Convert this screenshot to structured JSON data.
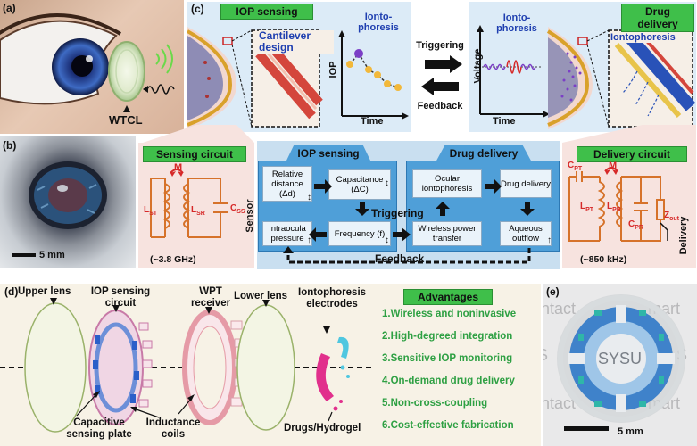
{
  "panels": {
    "a": {
      "label": "(a)",
      "device": "WTCL"
    },
    "b": {
      "label": "(b)",
      "scale": "5 mm"
    },
    "c": {
      "label": "(c)",
      "iop_header": "IOP sensing",
      "cantilever": "Cantilever design",
      "iontophoresis_label": "Ionto-phoresis",
      "iop_axis": "IOP",
      "time_axis": "Time",
      "triggering": "Triggering",
      "feedback": "Feedback",
      "voltage_axis": "Voltage",
      "iontophoresis_label2": "Ionto-phoresis",
      "drug_header": "Drug delivery",
      "iontophoresis_zoom": "Iontophoresis"
    },
    "flow": {
      "sensing_circuit": "Sensing circuit",
      "m": "M",
      "lst": "L",
      "lst_sub": "ST",
      "lsr": "L",
      "lsr_sub": "SR",
      "cs": "C",
      "cs_sub": "SS",
      "sensor": "Sensor",
      "freq1": "(~3.8 GHz)",
      "iop_sensing": "IOP sensing",
      "relative_distance": "Relative distance (Δd)",
      "capacitance": "Capacitance (ΔC)",
      "triggering": "Triggering",
      "intraocular": "Intraocula pressure",
      "frequency": "Frequency (f)",
      "drug_delivery": "Drug delivery",
      "ocular_ionto": "Ocular iontophoresis",
      "drug_delivery_box": "Drug delivery",
      "wireless_power": "Wireless power transfer",
      "aqueous": "Aqueous outflow",
      "feedback": "Feedback",
      "delivery_circuit": "Delivery circuit",
      "cpt": "C",
      "cpt_sub": "PT",
      "lpt": "L",
      "lpt_sub": "PT",
      "lpr": "L",
      "lpr_sub": "PR",
      "cpr": "C",
      "cpr_sub": "PR",
      "zout": "Z",
      "zout_sub": "out",
      "delivery": "Delivery",
      "freq2": "(~850 kHz)"
    },
    "d": {
      "label": "(d)",
      "upper_lens": "Upper lens",
      "iop_circuit": "IOP sensing circuit",
      "wpt": "WPT receiver",
      "lower_lens": "Lower lens",
      "electrodes": "Iontophoresis electrodes",
      "capacitive": "Capacitive sensing plate",
      "inductance": "Inductance coils",
      "drugs": "Drugs/Hydrogel",
      "advantages_title": "Advantages",
      "advantages": [
        "1.Wireless and noninvasive",
        "2.High-degreed integration",
        "3.Sensitive IOP monitoring",
        "4.On-demand drug delivery",
        "5.Non-cross-coupling",
        "6.Cost-effective fabrication"
      ]
    },
    "e": {
      "label": "(e)",
      "scale": "5 mm",
      "lens_text": "SYSU"
    }
  },
  "colors": {
    "accent_green": "#3fbf4a",
    "text_green": "#2ea043",
    "arrow_red": "#d62828",
    "ink": "#111111"
  }
}
